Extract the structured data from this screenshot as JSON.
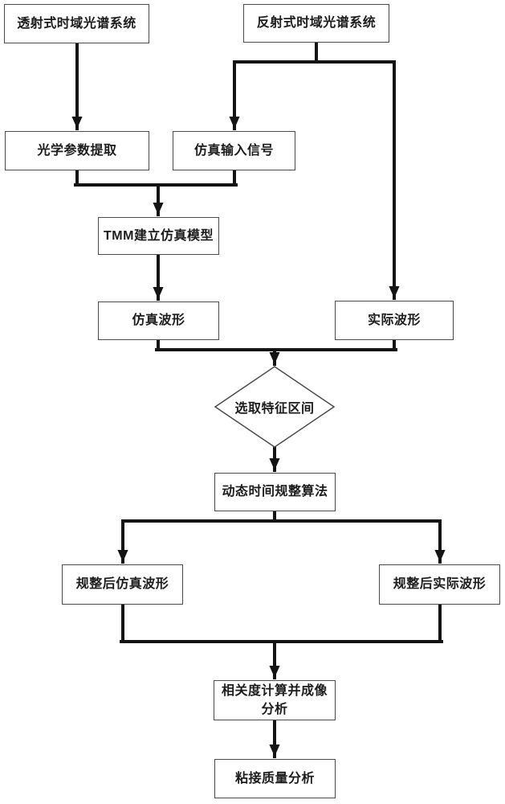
{
  "diagram": {
    "title": "THz time-domain spectroscopy bonding-quality analysis flowchart",
    "colors": {
      "line": "#141414",
      "box_border": "#4a4a4a",
      "background": "#ffffff",
      "text": "#1c1c1c"
    },
    "nodes": {
      "transmission_system": {
        "label": "透射式时域光谱系统",
        "type": "process"
      },
      "reflection_system": {
        "label": "反射式时域光谱系统",
        "type": "process"
      },
      "optical_param": {
        "label": "光学参数提取",
        "type": "process"
      },
      "sim_input": {
        "label": "仿真输入信号",
        "type": "process"
      },
      "tmm_model": {
        "label": "TMM建立仿真模型",
        "type": "process"
      },
      "sim_wave": {
        "label": "仿真波形",
        "type": "process"
      },
      "actual_wave": {
        "label": "实际波形",
        "type": "process"
      },
      "feature_interval": {
        "label": "选取特征区间",
        "type": "decision"
      },
      "dtw_algorithm": {
        "label": "动态时间规整算法",
        "type": "process"
      },
      "warped_sim_wave": {
        "label": "规整后仿真波形",
        "type": "process"
      },
      "warped_actual_wave": {
        "label": "规整后实际波形",
        "type": "process"
      },
      "correlation_imaging": {
        "label": "相关度计算并成像分析",
        "type": "process"
      },
      "bond_quality": {
        "label": "粘接质量分析",
        "type": "process"
      }
    },
    "edges": [
      {
        "from": "transmission_system",
        "to": "optical_param"
      },
      {
        "from": "reflection_system",
        "to": "sim_input"
      },
      {
        "from": "reflection_system",
        "to": "actual_wave"
      },
      {
        "from": "optical_param",
        "to": "tmm_model"
      },
      {
        "from": "sim_input",
        "to": "tmm_model"
      },
      {
        "from": "tmm_model",
        "to": "sim_wave"
      },
      {
        "from": "sim_wave",
        "to": "feature_interval"
      },
      {
        "from": "actual_wave",
        "to": "feature_interval"
      },
      {
        "from": "feature_interval",
        "to": "dtw_algorithm"
      },
      {
        "from": "dtw_algorithm",
        "to": "warped_sim_wave"
      },
      {
        "from": "dtw_algorithm",
        "to": "warped_actual_wave"
      },
      {
        "from": "warped_sim_wave",
        "to": "correlation_imaging"
      },
      {
        "from": "warped_actual_wave",
        "to": "correlation_imaging"
      },
      {
        "from": "correlation_imaging",
        "to": "bond_quality"
      }
    ]
  }
}
